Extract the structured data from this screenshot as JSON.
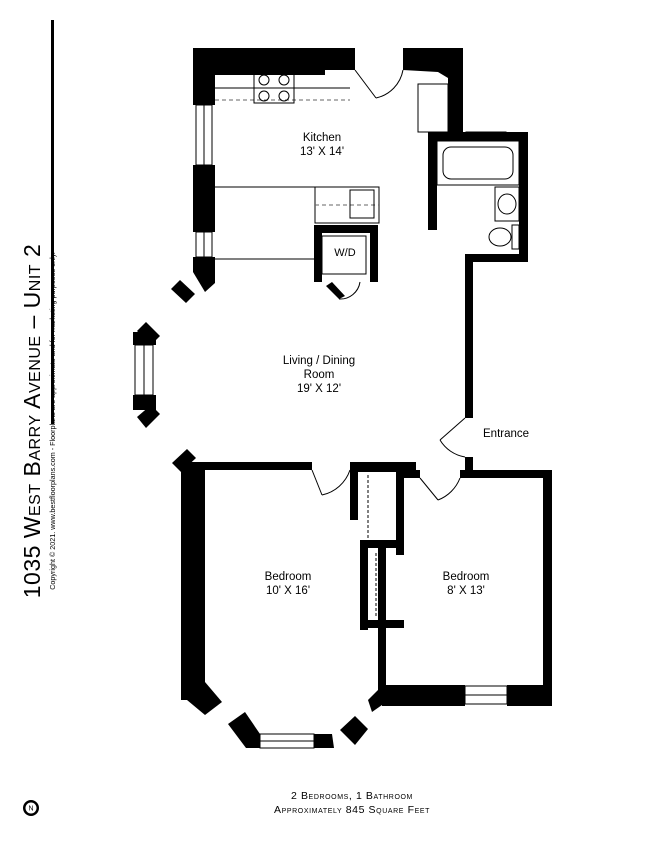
{
  "title": {
    "main": "1035 West Barry Avenue – Unit 2",
    "copyright": "Copyright © 2021. www.bestfloorplans.com - Floorplans are approximate and for marketing purposes only."
  },
  "rooms": {
    "kitchen": {
      "name": "Kitchen",
      "size": "13' X 14'"
    },
    "living": {
      "name_line1": "Living / Dining",
      "name_line2": "Room",
      "size": "19' X 12'"
    },
    "bedroom1": {
      "name": "Bedroom",
      "size": "10' X 16'"
    },
    "bedroom2": {
      "name": "Bedroom",
      "size": "8' X 13'"
    },
    "washer_dryer": "W/D",
    "entrance": "Entrance"
  },
  "summary": {
    "line1": "2 Bedrooms, 1 Bathroom",
    "line2": "Approximately 845 Square Feet"
  },
  "compass_letter": "N",
  "colors": {
    "wall": "#000000",
    "fixture": "#555555",
    "background": "#ffffff"
  }
}
